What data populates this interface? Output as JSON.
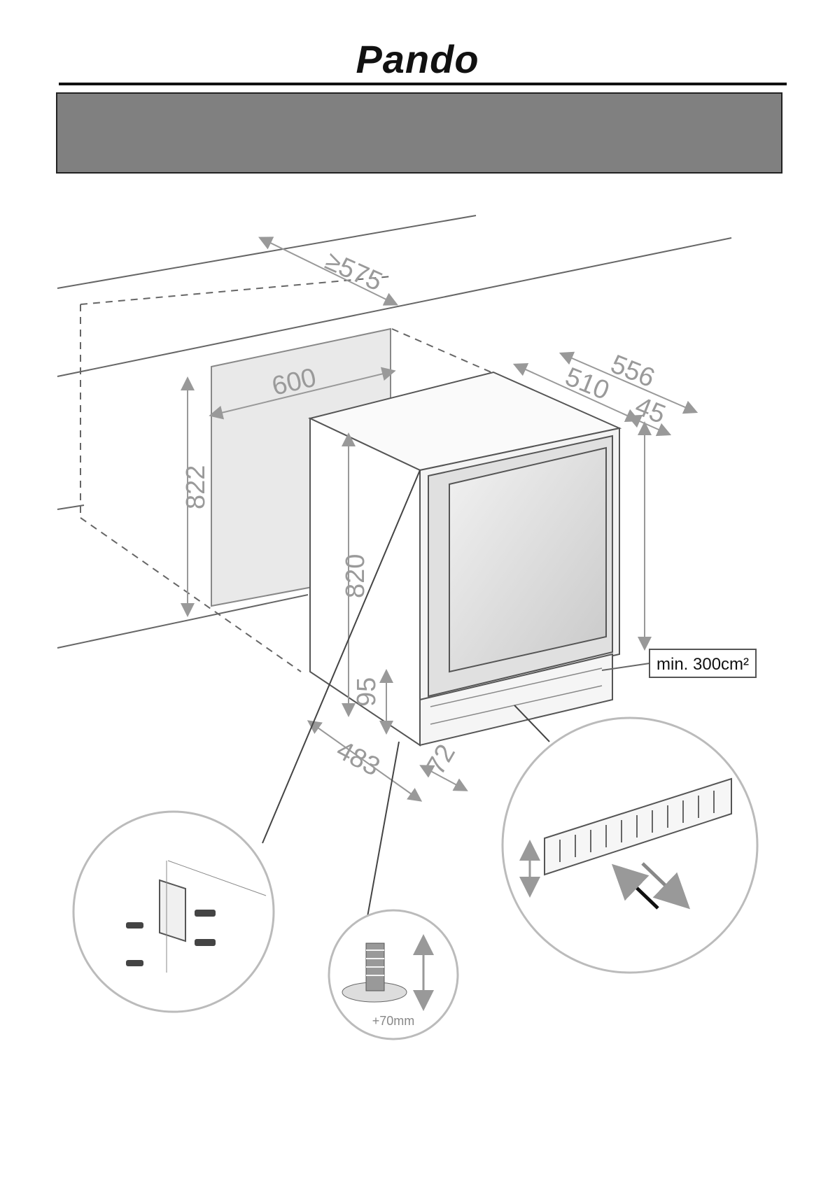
{
  "brand": "Pando",
  "dimensions": {
    "min_depth": "≥575",
    "niche_width": "600",
    "niche_height": "822",
    "depth_total": "556",
    "depth_body": "510",
    "door_depth": "45",
    "height": "820",
    "plinth_height": "95",
    "base_width": "483",
    "base_depth": "72"
  },
  "ventilation_label": "min. 300cm²",
  "foot_adjust_label": "+70mm",
  "colors": {
    "banner": "#808080",
    "line": "#555555",
    "dim_text": "#9a9a9a"
  },
  "icons": [
    "screw-bracket-detail-icon",
    "adjustable-foot-icon",
    "vent-grille-icon",
    "arrow-up-down-icon"
  ]
}
